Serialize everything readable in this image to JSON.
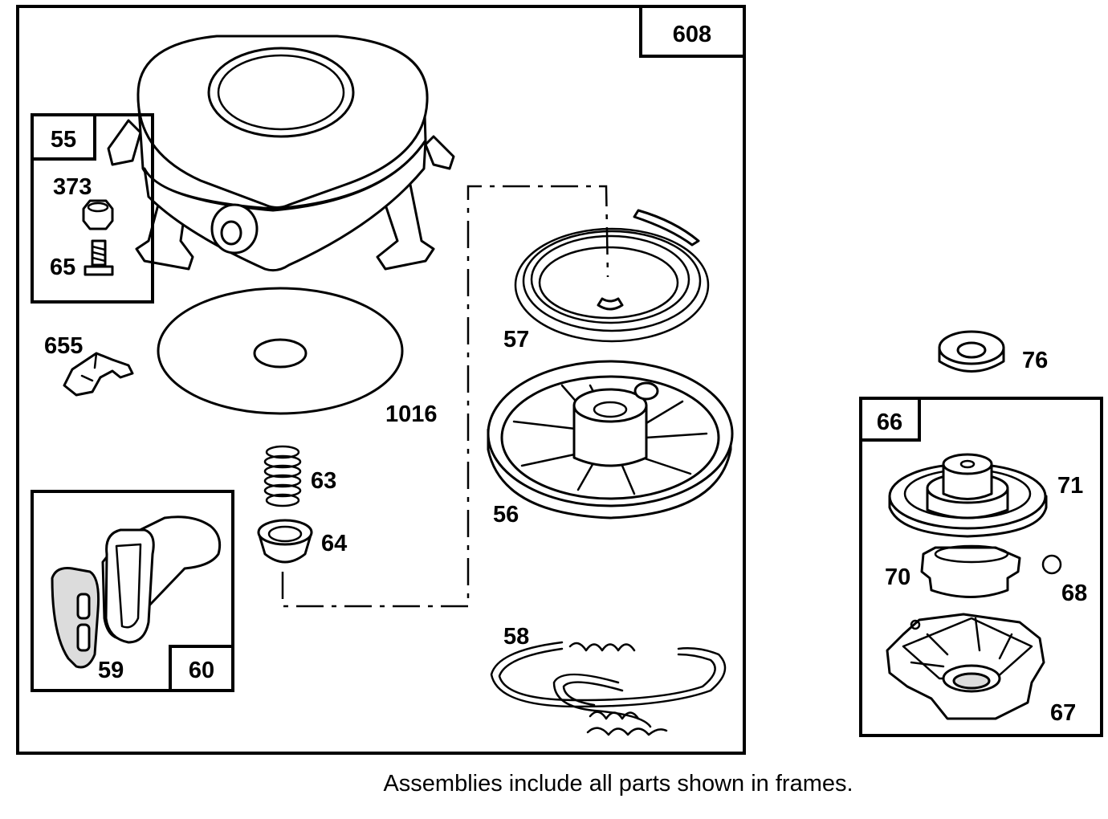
{
  "assemblies": {
    "main_frame": "608",
    "bracket_frame": "55",
    "handle_frame": "60",
    "starter_frame": "66"
  },
  "parts": {
    "nut": "373",
    "screw": "65",
    "guide": "655",
    "plate": "1016",
    "spring": "63",
    "bushing": "64",
    "rewind_spring": "57",
    "pulley": "56",
    "rope": "58",
    "handle_insert": "59",
    "washer": "76",
    "clutch_cup": "71",
    "clutch": "70",
    "ball": "68",
    "housing": "67"
  },
  "note": "Assemblies include all parts shown in frames."
}
